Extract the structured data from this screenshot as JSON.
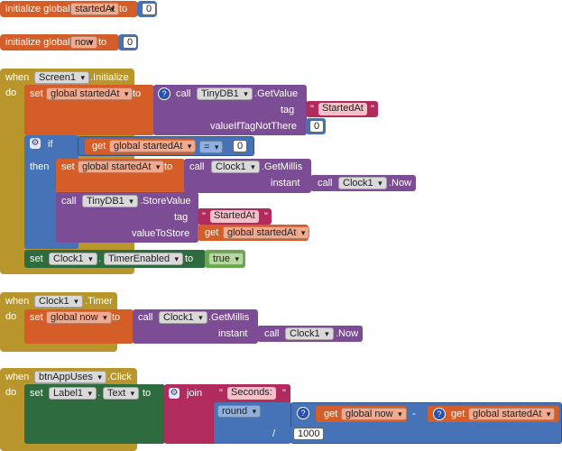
{
  "blocks": {
    "kw_initialize_global": "initialize global",
    "kw_to": "to",
    "kw_when": "when",
    "kw_do": "do",
    "kw_set": "set",
    "kw_call": "call",
    "kw_get": "get",
    "kw_if": "if",
    "kw_then": "then",
    "kw_join": "join",
    "kw_tag": "tag",
    "kw_instant": "instant"
  },
  "init1": {
    "var": "startedAt",
    "value": "0"
  },
  "init2": {
    "var": "now",
    "value": "0"
  },
  "screen_init": {
    "component": "Screen1",
    "event": ".Initialize",
    "set_var": "global startedAt",
    "tinydb": "TinyDB1",
    "getvalue": ".GetValue",
    "tag_label": "tag",
    "tag_value": "StartedAt",
    "value_if_label": "valueIfTagNotThere",
    "value_if_value": "0",
    "if_get": "global startedAt",
    "if_op": "=",
    "if_value": "0",
    "then_set": "global startedAt",
    "clock": "Clock1",
    "getmillis": ".GetMillis",
    "now": ".Now",
    "storevalue": ".StoreValue",
    "store_tag": "StartedAt",
    "value_to_store_label": "valueToStore",
    "store_get": "global startedAt",
    "timer_prop": "TimerEnabled",
    "timer_value": "true"
  },
  "clock_timer": {
    "component": "Clock1",
    "event": ".Timer",
    "set_var": "global now",
    "clock": "Clock1",
    "getmillis": ".GetMillis",
    "now": ".Now"
  },
  "btn_click": {
    "component": "btnAppUses",
    "event": ".Click",
    "label": "Label1",
    "prop": "Text",
    "join_str": "Seconds: ",
    "round": "round",
    "get_now": "global now",
    "minus": "-",
    "get_started": "global startedAt",
    "div": "/",
    "divisor": "1000"
  },
  "colors": {
    "variables": "#d55d27",
    "math": "#4673b8",
    "events": "#b8962c",
    "procedures": "#7c4c94",
    "components": "#2e6b3f",
    "text": "#b22b5d",
    "logic": "#6aa84f"
  }
}
